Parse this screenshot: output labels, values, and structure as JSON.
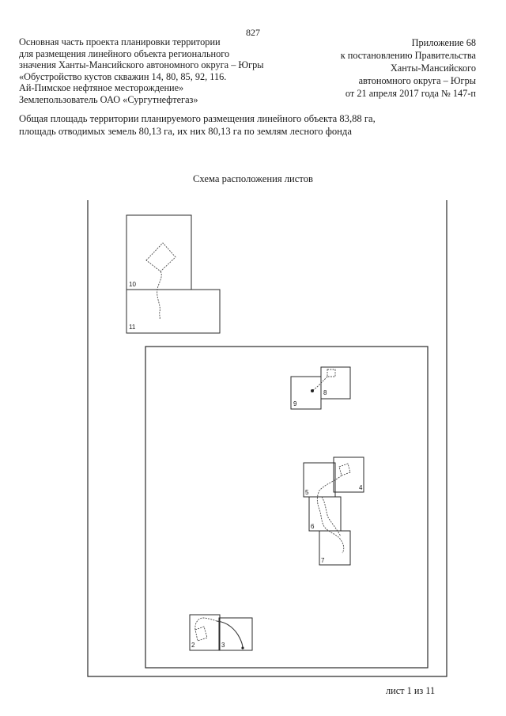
{
  "page_number": "827",
  "header_left": {
    "lines": [
      "Основная часть проекта планировки территории",
      "для размещения линейного объекта регионального",
      "значения Ханты-Мансийского автономного округа – Югры",
      "«Обустройство кустов скважин 14, 80, 85, 92, 116.",
      "Ай-Пимское нефтяное месторождение»",
      "Землепользователь ОАО «Сургутнефтегаз»"
    ]
  },
  "header_right": {
    "lines": [
      "Приложение 68",
      "к постановлению Правительства",
      "Ханты-Мансийского",
      "автономного округа – Югры",
      "от 21 апреля 2017 года № 147-п"
    ]
  },
  "summary": {
    "line1": "Общая площадь территории планируемого размещения линейного объекта 83,88 га,",
    "line2": "площадь отводимых земель 80,13 га, их них 80,13 га по землям лесного фонда"
  },
  "scheme_title": "Схема расположения листов",
  "sheets": {
    "s2": "2",
    "s3": "3",
    "s4": "4",
    "s5": "5",
    "s6": "6",
    "s7": "7",
    "s8": "8",
    "s9": "9",
    "s10": "10",
    "s11": "11"
  },
  "footer": {
    "sheet_label": "лист 1 из 11"
  }
}
